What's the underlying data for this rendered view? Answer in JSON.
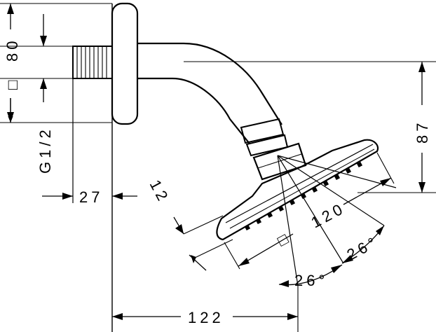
{
  "drawing": {
    "line_color": "#000000",
    "background": "#ffffff",
    "dimensions": {
      "wall_square": "□",
      "wall_size": "80",
      "thread": "G1/2",
      "wall_depth": "27",
      "spray_offset": "12",
      "arm_height": "87",
      "head_diameter": "120",
      "head_square": "□",
      "spray_angle_right": "26°",
      "spray_angle_left": "26°",
      "projection": "122"
    }
  }
}
